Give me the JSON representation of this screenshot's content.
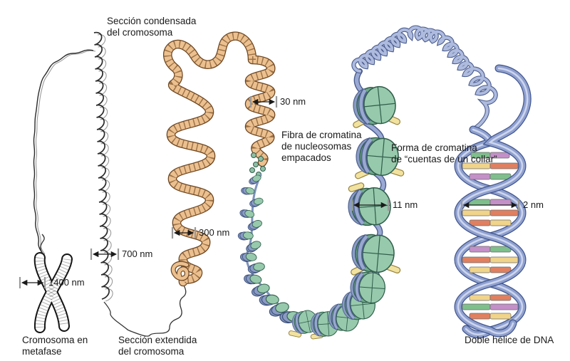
{
  "labels": {
    "condensed_section": [
      "Sección condensada",
      "del cromosoma"
    ],
    "metaphase_chromosome": [
      "Cromosoma en",
      "metafase"
    ],
    "extended_section": [
      "Sección extendida",
      "del cromosoma"
    ],
    "packed_nucleosome_fiber": [
      "Fibra de cromatina",
      "de nucleosomas",
      "empacados"
    ],
    "beads_on_string_chromatin": [
      "Forma de cromatina",
      "de “cuentas de un collar”"
    ],
    "dna_double_helix": [
      "Doble hélice de DNA"
    ]
  },
  "measurements": {
    "metaphase_chromatid_width": "1400 nm",
    "condensed_fiber_width": "700 nm",
    "extended_fiber_width": "300 nm",
    "solenoid_fiber_width": "30 nm",
    "nucleosome_width": "11 nm",
    "dna_helix_width": "2 nm"
  },
  "colors": {
    "background": "#ffffff",
    "chromatin_fiber_tan": "#ECC08F",
    "fiber_outline_brown": "#6b4420",
    "nucleosome_green": "#97C9AC",
    "nucleosome_green_dark": "#6FA98C",
    "dna_ribbon_blue": "#8A9BC4",
    "dna_ribbon_blue_dark": "#4f628f",
    "histone_tail_yellow": "#F2E2A0",
    "base_pair_salmon": "#E08060",
    "base_pair_yellow": "#F0D48A",
    "base_pair_green": "#7FBF8C",
    "base_pair_purple": "#C490C8",
    "line_black": "#1a1a1a"
  }
}
